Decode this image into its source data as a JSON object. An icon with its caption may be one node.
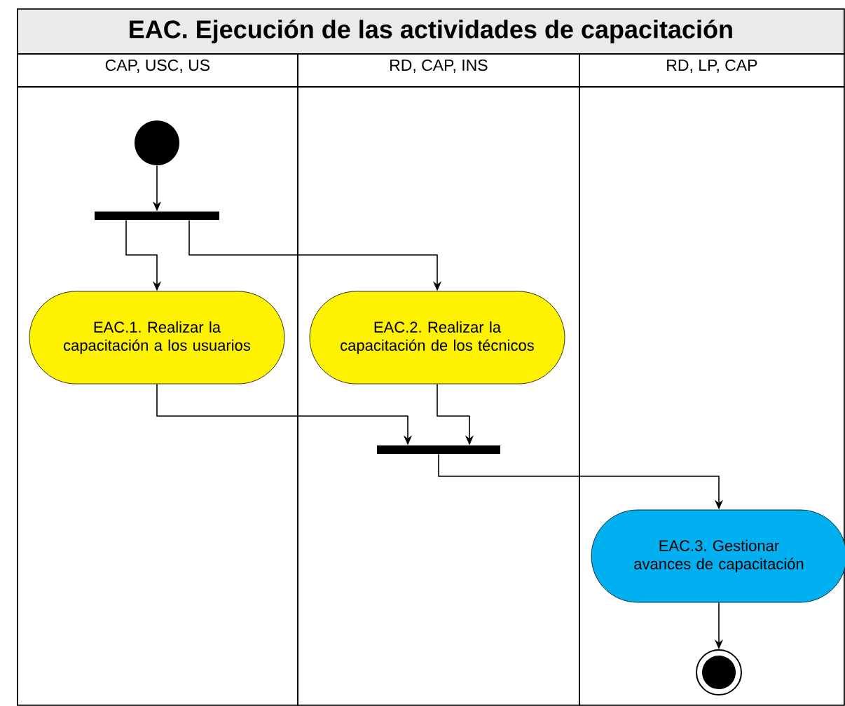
{
  "diagram": {
    "title": "EAC. Ejecución de las actividades de capacitación",
    "nodes": [
      {
        "text": [
          "CAP, USC, US"
        ]
      },
      {
        "text": [
          "RD, CAP, INS"
        ]
      },
      {
        "text": [
          "RD, LP, CAP"
        ]
      },
      {
        "text": [],
        "shape": "circle",
        "in": 0
      },
      {
        "text": [],
        "shape": "bar",
        "in": 0
      },
      {
        "text": [
          "EAC.1. Realizar la capacitación a los usuarios"
        ],
        "in": 0
      },
      {
        "text": [
          "EAC.2. Realizar la capacitación de los técnicos"
        ],
        "in": 1
      },
      {
        "text": [],
        "shape": "bar",
        "in": 1
      },
      {
        "text": [
          "EAC.3. Gestionar avances de capacitación"
        ],
        "in": 2
      },
      {
        "text": [],
        "shape": "circle",
        "in": 2
      }
    ],
    "edges": [
      {
        "from": 3,
        "to": 4,
        "arrow": "to"
      },
      {
        "from": 4,
        "to": 5,
        "arrow": "to"
      },
      {
        "from": 4,
        "to": 6,
        "arrow": "to"
      },
      {
        "from": 5,
        "to": 7,
        "arrow": "to"
      },
      {
        "from": 6,
        "to": 7,
        "arrow": "to"
      },
      {
        "from": 7,
        "to": 8,
        "arrow": "to"
      },
      {
        "from": 8,
        "to": 9,
        "arrow": "to"
      }
    ]
  }
}
